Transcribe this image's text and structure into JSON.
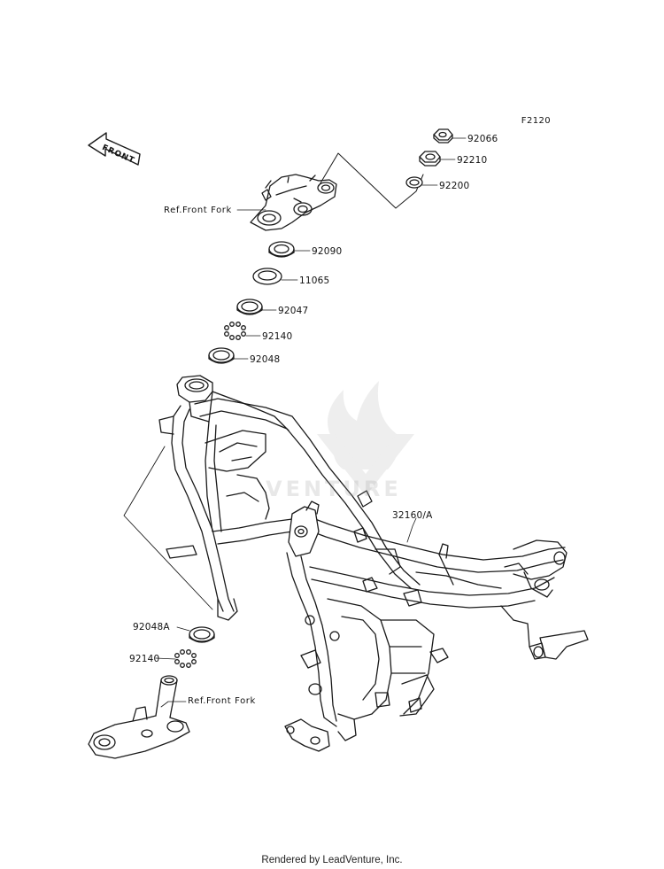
{
  "diagram_code": "F2120",
  "direction_label": "FRONT",
  "footer_text": "Rendered by LeadVenture, Inc.",
  "watermark_text": "VENTURE",
  "callouts": {
    "p92066": "92066",
    "p92210": "92210",
    "p92200": "92200",
    "ref_front_fork_top": "Ref.Front Fork",
    "p92090": "92090",
    "p11065": "11065",
    "p92047": "92047",
    "p92140_top": "92140",
    "p92048": "92048",
    "p32160A": "32160/A",
    "p92048A": "92048A",
    "p92140_bottom": "92140",
    "ref_front_fork_bottom": "Ref.Front Fork"
  },
  "colors": {
    "line": "#1a1a1a",
    "watermark": "#9a9a9a"
  }
}
